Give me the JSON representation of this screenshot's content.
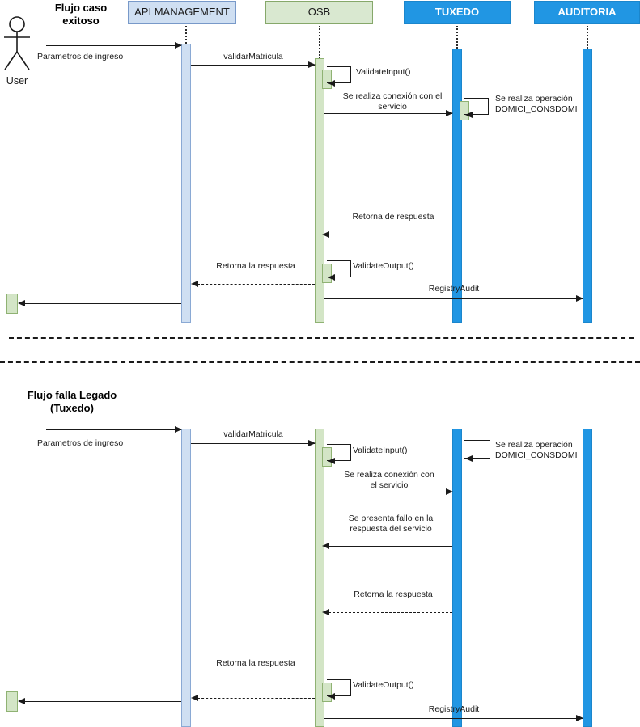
{
  "diagram": {
    "type": "uml-sequence-diagram",
    "participants": [
      {
        "id": "user",
        "label": "User",
        "style": "actor"
      },
      {
        "id": "apim",
        "label": "API MANAGEMENT",
        "style": "blue-light"
      },
      {
        "id": "osb",
        "label": "OSB",
        "style": "green-light"
      },
      {
        "id": "tuxedo",
        "label": "TUXEDO",
        "style": "blue-solid"
      },
      {
        "id": "auditoria",
        "label": "AUDITORIA",
        "style": "blue-solid"
      }
    ],
    "colors": {
      "blue_light_fill": "#cfdff2",
      "blue_light_border": "#7899c9",
      "green_light_fill": "#d9e8d0",
      "green_light_border": "#86a86a",
      "blue_solid_fill": "#2196e3",
      "blue_solid_border": "#1b86cc",
      "line": "#1a1a1a",
      "background": "#ffffff"
    },
    "flows": [
      {
        "id": "flow-success",
        "title": "Flujo caso\nexitoso",
        "messages": [
          {
            "id": "m1",
            "label": "Parametros de ingreso",
            "kind": "solid",
            "dir": "right"
          },
          {
            "id": "m2",
            "label": "validarMatricula",
            "kind": "solid",
            "dir": "right"
          },
          {
            "id": "m3",
            "label": "ValidateInput()",
            "kind": "self",
            "dir": "self"
          },
          {
            "id": "m4",
            "label": "Se realiza conexión con el\nservicio",
            "kind": "solid",
            "dir": "right"
          },
          {
            "id": "m5",
            "label": "Se realiza operación\nDOMICI_CONSDOMI",
            "kind": "self",
            "dir": "self"
          },
          {
            "id": "m6",
            "label": "Retorna de respuesta",
            "kind": "dashed",
            "dir": "left"
          },
          {
            "id": "m7",
            "label": "Retorna la respuesta",
            "kind": "dashed",
            "dir": "left"
          },
          {
            "id": "m8",
            "label": "ValidateOutput()",
            "kind": "self",
            "dir": "self"
          },
          {
            "id": "m9",
            "label": "RegistryAudit",
            "kind": "solid",
            "dir": "right"
          },
          {
            "id": "m10",
            "label": "",
            "kind": "solid",
            "dir": "left"
          }
        ]
      },
      {
        "id": "flow-failure",
        "title": "Flujo falla Legado\n(Tuxedo)",
        "messages": [
          {
            "id": "f1",
            "label": "Parametros de ingreso",
            "kind": "solid",
            "dir": "right"
          },
          {
            "id": "f2",
            "label": "validarMatricula",
            "kind": "solid",
            "dir": "right"
          },
          {
            "id": "f3",
            "label": "ValidateInput()",
            "kind": "self",
            "dir": "self"
          },
          {
            "id": "f4",
            "label": "Se realiza operación\nDOMICI_CONSDOMI",
            "kind": "self",
            "dir": "self"
          },
          {
            "id": "f5",
            "label": "Se realiza conexión con\nel servicio",
            "kind": "solid",
            "dir": "right"
          },
          {
            "id": "f6",
            "label": "Se presenta fallo en la\nrespuesta del servicio",
            "kind": "solid",
            "dir": "left"
          },
          {
            "id": "f7",
            "label": "Retorna la respuesta",
            "kind": "dashed",
            "dir": "left"
          },
          {
            "id": "f8",
            "label": "Retorna la respuesta",
            "kind": "dashed",
            "dir": "left"
          },
          {
            "id": "f9",
            "label": "ValidateOutput()",
            "kind": "self",
            "dir": "self"
          },
          {
            "id": "f10",
            "label": "RegistryAudit",
            "kind": "solid",
            "dir": "right"
          },
          {
            "id": "f11",
            "label": "",
            "kind": "solid",
            "dir": "left"
          }
        ]
      }
    ]
  }
}
